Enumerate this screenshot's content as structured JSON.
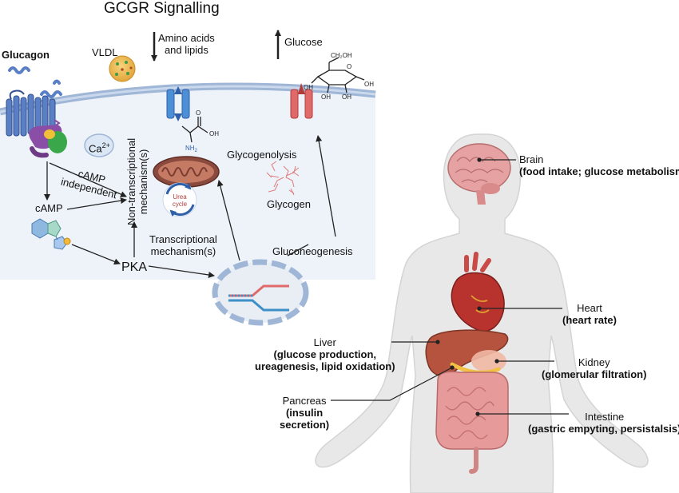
{
  "title": "GCGR  Signalling",
  "cell": {
    "glucagon": "Glucagon",
    "vldl": "VLDL",
    "amino_line1": "Amino acids",
    "amino_line2": "and lipids",
    "glucose": "Glucose",
    "ca": "Ca",
    "ca_sup": "2+",
    "camp_ind_line1": "cAMP",
    "camp_ind_line2": "independent",
    "camp": "cAMP",
    "pka": "PKA",
    "nontrans_line1": "Non-transcriptional",
    "nontrans_line2": "mechanism(s)",
    "trans_line1": "Transcriptional",
    "trans_line2": "mechanism(s)",
    "glycogenolysis": "Glycogenolysis",
    "glycogen": "Glycogen",
    "gluconeogenesis": "Gluconeogenesis",
    "urea_line1": "Urea",
    "urea_line2": "cycle",
    "aa_oh": "OH",
    "aa_o": "O",
    "aa_nh2": "NH",
    "aa_nh2_sub": "2",
    "sugar_ch2oh": "CH₂OH",
    "sugar_o": "O",
    "sugar_oh1": "OH",
    "sugar_oh2": "OH",
    "sugar_oh3": "OH",
    "sugar_oh4": "OH"
  },
  "organs": {
    "brain": {
      "name": "Brain",
      "detail": "(food intake; glucose metabolism)"
    },
    "heart": {
      "name": "Heart",
      "detail": "(heart rate)"
    },
    "liver": {
      "name": "Liver",
      "detail1": "(glucose production,",
      "detail2": "ureagenesis, lipid oxidation)"
    },
    "kidney": {
      "name": "Kidney",
      "detail": "(glomerular filtration)"
    },
    "pancreas": {
      "name": "Pancreas",
      "detail1": "(insulin",
      "detail2": "secretion)"
    },
    "intestine": {
      "name": "Intestine",
      "detail": "(gastric empyting, persistalsis)"
    }
  },
  "colors": {
    "cytoplasm": "#eef3fa",
    "membrane": "#9fb6d6",
    "receptor": "#5a7fc4",
    "gprotein_purple": "#8b4ea6",
    "gprotein_green": "#3aa84a",
    "channel_blue": "#4c8fd6",
    "channel_red": "#e06a6a",
    "mito": "#8a4a3e",
    "body": "#e6e6e6",
    "organ_pink": "#e79a9a",
    "liver": "#b5533f",
    "heart": "#b8322e"
  }
}
